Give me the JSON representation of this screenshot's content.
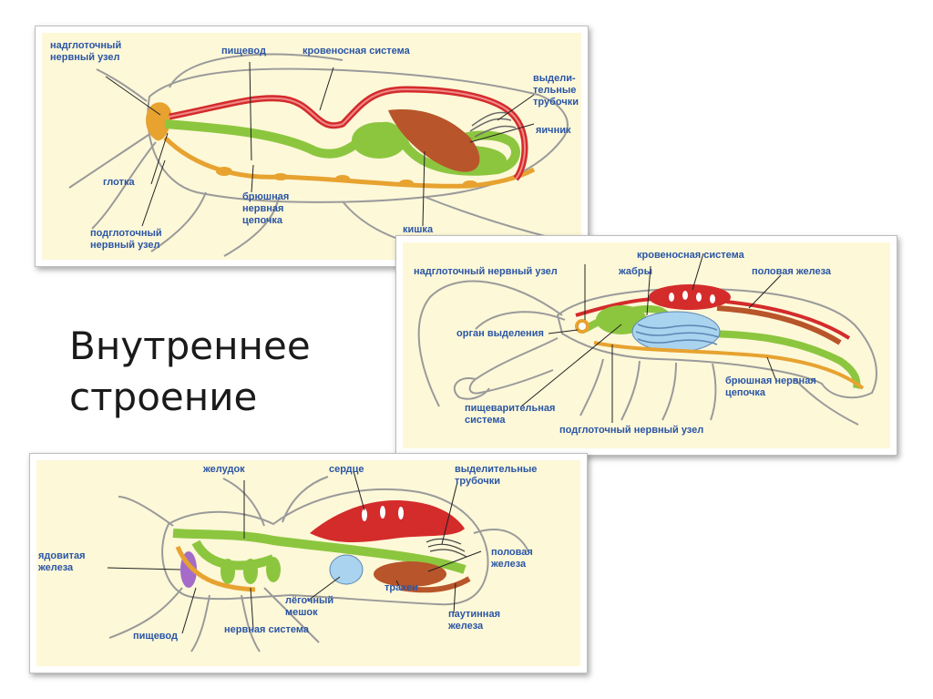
{
  "slide": {
    "title_line1": "Внутреннее",
    "title_line2": "строение"
  },
  "insect": {
    "labels": {
      "supra_ganglion": "надглоточный\nнервный узел",
      "esophagus": "пищевод",
      "circulatory": "кровеносная система",
      "malpighian": "выдели-\nтельные\nтрубочки",
      "ovary": "яичник",
      "pharynx": "глотка",
      "ventral_cord": "брюшная\nнервная\nцепочка",
      "sub_ganglion": "подглоточный\nнервный узел",
      "intestine": "кишка"
    }
  },
  "crayfish": {
    "labels": {
      "supra_ganglion": "надглоточный нервный узел",
      "gills": "жабры",
      "circulatory": "кровеносная система",
      "gonad": "половая железа",
      "excretory": "орган выделения",
      "ventral_cord": "брюшная нервная\nцепочка",
      "digestive": "пищеварительная\nсистема",
      "sub_ganglion": "подглоточный нервный узел"
    }
  },
  "spider": {
    "labels": {
      "stomach": "желудок",
      "heart": "сердце",
      "malpighian": "выделительные\nтрубочки",
      "venom": "ядовитая\nжелеза",
      "gonad": "половая\nжелеза",
      "lung": "лёгочный\nмешок",
      "tracheae": "трахеи",
      "silk": "паутинная\nжелеза",
      "esophagus": "пищевод",
      "nervous": "нервная система"
    }
  },
  "colors": {
    "label_blue": "#2a55a5",
    "panel_bg": "#fdf8d8",
    "heart_red": "#d42b2b",
    "gut_green": "#8cc63f",
    "nerve_orange": "#e7a230",
    "gonad_brown": "#b8552a",
    "gill_blue": "#a9d3ee"
  }
}
